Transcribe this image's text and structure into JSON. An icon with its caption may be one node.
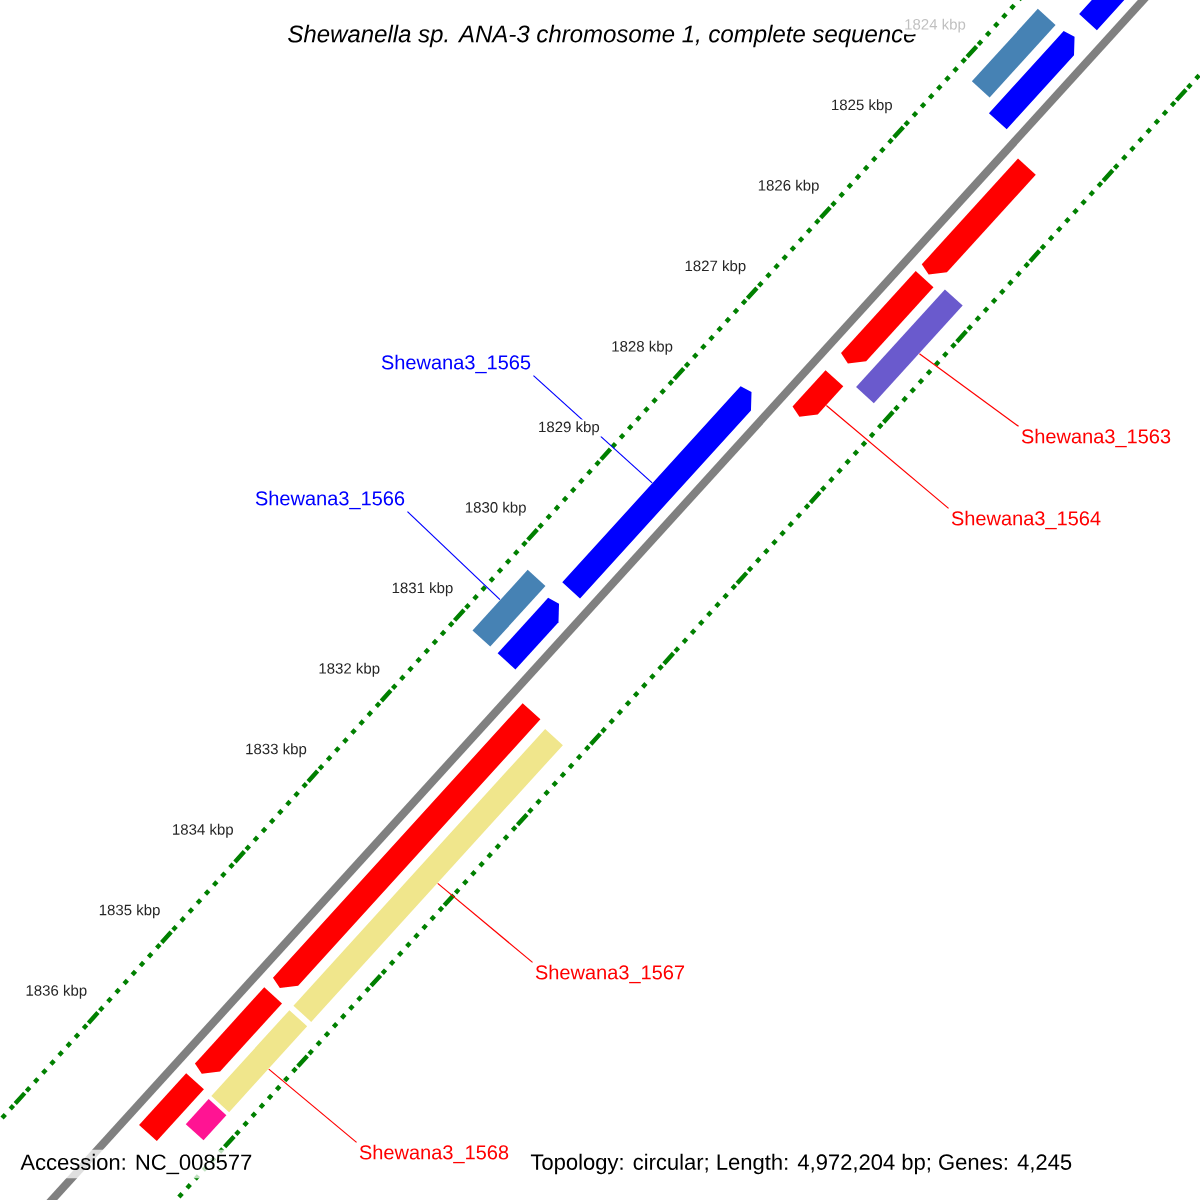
{
  "diagram": {
    "title": "Shewanella sp. ANA-3 chromosome 1, complete sequence",
    "nodes": [
      {
        "text": [
          "Shewana3_1565"
        ]
      },
      {
        "text": [
          "Shewana3_1566"
        ]
      },
      {
        "text": [
          "Shewana3_1563"
        ]
      },
      {
        "text": [
          "Shewana3_1564"
        ]
      },
      {
        "text": [
          "Shewana3_1567"
        ]
      },
      {
        "text": [
          "Shewana3_1568"
        ]
      },
      {
        "text": [],
        "shape": "arrow"
      },
      {
        "text": [],
        "shape": "bar"
      },
      {
        "text": [],
        "shape": "arrow"
      },
      {
        "text": [],
        "shape": "arrow"
      },
      {
        "text": [],
        "shape": "arrow"
      },
      {
        "text": [],
        "shape": "bar"
      },
      {
        "text": [],
        "shape": "arrow"
      },
      {
        "text": [],
        "shape": "arrow"
      },
      {
        "text": [],
        "shape": "bar"
      },
      {
        "text": [],
        "shape": "arrow"
      },
      {
        "text": [],
        "shape": "arrow"
      },
      {
        "text": [],
        "shape": "bar"
      },
      {
        "text": [],
        "shape": "arrow"
      },
      {
        "text": [],
        "shape": "bar"
      },
      {
        "text": [],
        "shape": "bar"
      },
      {
        "text": [],
        "shape": "bar"
      }
    ],
    "edges": [
      {
        "from": 0,
        "to": 13,
        "arrow": "none",
        "color": "#0000ff"
      },
      {
        "from": 1,
        "to": 14,
        "arrow": "none",
        "color": "#0000ff"
      },
      {
        "from": 2,
        "to": 11,
        "arrow": "none"
      },
      {
        "from": 3,
        "to": 12,
        "arrow": "none"
      },
      {
        "from": 4,
        "to": 17,
        "arrow": "none"
      },
      {
        "from": 5,
        "to": 19,
        "arrow": "none"
      }
    ],
    "labels": [
      "1824 kbp",
      "1825 kbp",
      "1826 kbp",
      "1827 kbp",
      "1828 kbp",
      "1829 kbp",
      "1830 kbp",
      "1831 kbp",
      "1832 kbp",
      "1833 kbp",
      "1834 kbp",
      "1835 kbp",
      "1836 kbp",
      "Accession: NC_008577",
      "Topology: circular; Length: 4,972,204 bp; Genes: 4,245"
    ]
  }
}
